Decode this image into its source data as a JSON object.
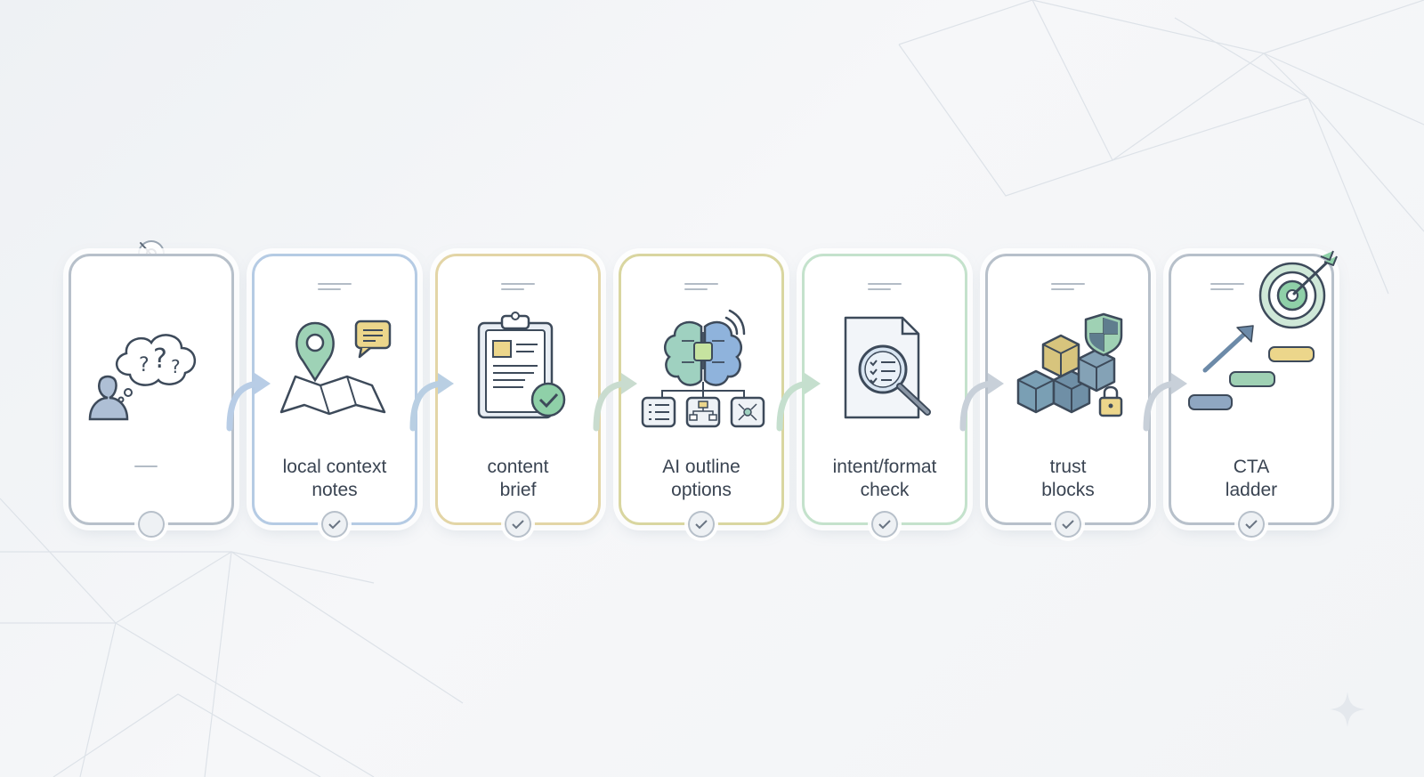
{
  "steps": [
    {
      "label": "",
      "icon": "thinking-person-question-icon",
      "checked": false
    },
    {
      "label": "local context\nnotes",
      "icon": "map-pin-chat-icon",
      "checked": true
    },
    {
      "label": "content\nbrief",
      "icon": "clipboard-check-icon",
      "checked": true
    },
    {
      "label": "AI outline\noptions",
      "icon": "ai-brain-outline-icon",
      "checked": true
    },
    {
      "label": "intent/format\ncheck",
      "icon": "document-magnifier-icon",
      "checked": true
    },
    {
      "label": "trust\nblocks",
      "icon": "cubes-shield-lock-icon",
      "checked": true
    },
    {
      "label": "CTA\nladder",
      "icon": "target-ladder-icon",
      "checked": true
    }
  ],
  "colors": {
    "card_border": "#b7c0ca",
    "blue": "#a9c6e6",
    "yellow": "#e6d7a0",
    "green": "#b8e0c8",
    "slate_icon": "#3d4a5a",
    "accent_green": "#7cc49a",
    "accent_yellow": "#e8cf7a",
    "accent_blue": "#8fb3dc"
  }
}
